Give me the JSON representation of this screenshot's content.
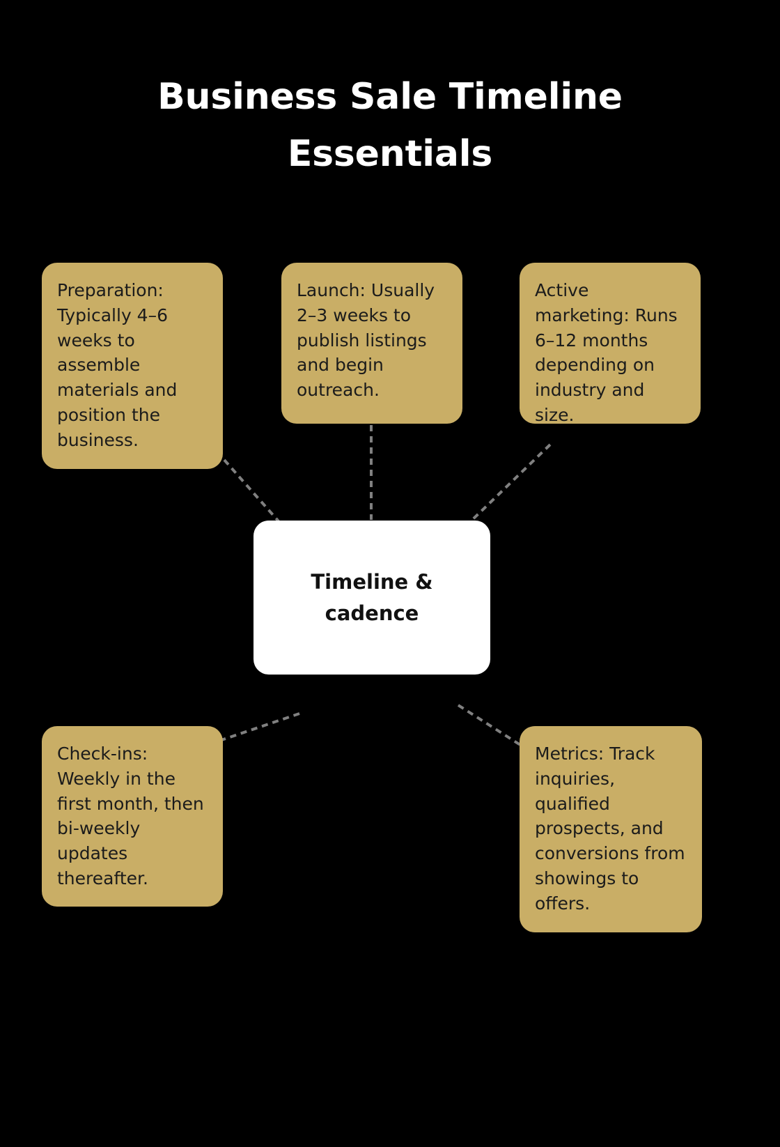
{
  "page": {
    "title": "Business Sale Timeline Essentials",
    "background_color": "#000000",
    "title_color": "#FFFFFF",
    "node_color": "#C9AE66",
    "node_text_color": "#1b1b1b",
    "center_color": "#FFFFFF",
    "center_text_color": "#111111",
    "connector_color": "#808080"
  },
  "chart_data": {
    "type": "diagram",
    "layout": "hub-and-spoke",
    "title": "Business Sale Timeline Essentials",
    "center": {
      "label": "Timeline & cadence"
    },
    "nodes": [
      {
        "id": "preparation",
        "label": "Preparation: Typically 4–6 weeks to assemble materials and position the business.",
        "position": "top-left"
      },
      {
        "id": "launch",
        "label": "Launch: Usually 2–3 weeks to publish listings and begin outreach.",
        "position": "top-center"
      },
      {
        "id": "active-marketing",
        "label": "Active marketing: Runs 6–12 months depending on industry and size.",
        "position": "top-right"
      },
      {
        "id": "check-ins",
        "label": "Check-ins: Weekly in the first month, then bi-weekly updates thereafter.",
        "position": "bottom-left"
      },
      {
        "id": "metrics",
        "label": "Metrics: Track inquiries, qualified prospects, and conversions from showings to offers.",
        "position": "bottom-right"
      }
    ],
    "edges": [
      {
        "from": "preparation",
        "to": "center",
        "style": "dashed"
      },
      {
        "from": "launch",
        "to": "center",
        "style": "dashed"
      },
      {
        "from": "active-marketing",
        "to": "center",
        "style": "dashed"
      },
      {
        "from": "check-ins",
        "to": "center",
        "style": "dashed"
      },
      {
        "from": "metrics",
        "to": "center",
        "style": "dashed"
      }
    ]
  }
}
